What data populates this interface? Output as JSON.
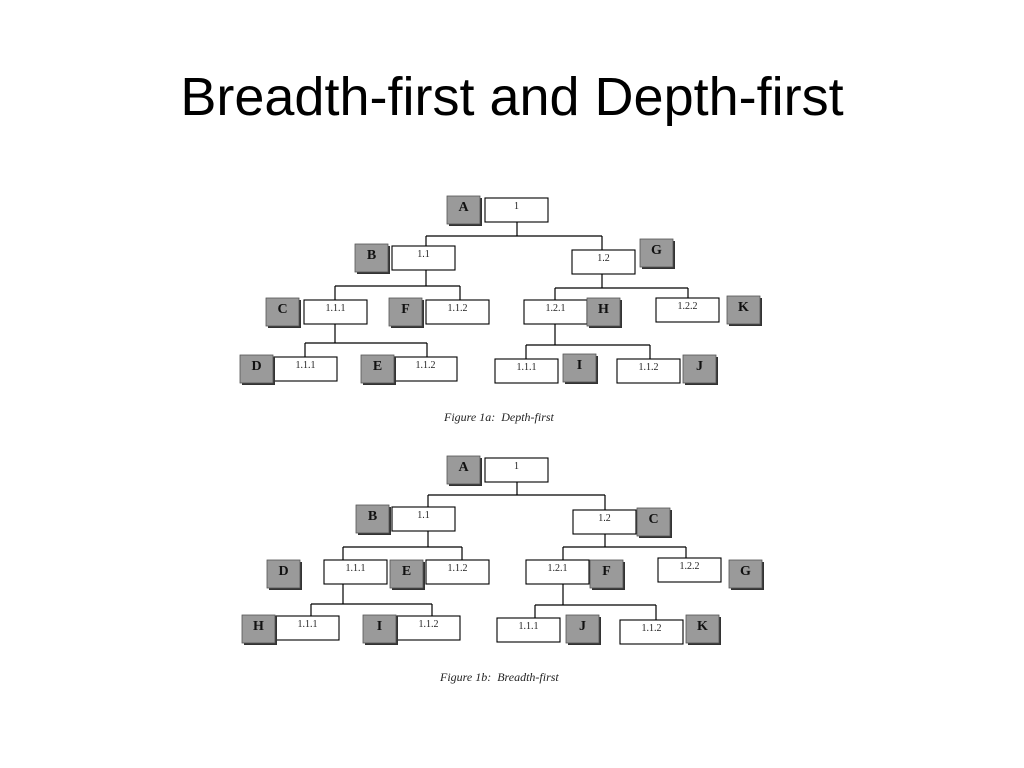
{
  "slide": {
    "title": "Breadth-first and Depth-first"
  },
  "colors": {
    "letter_fill": "#9a9a9a",
    "line": "#000000",
    "background": "#ffffff"
  },
  "figures": [
    {
      "id": "depth-first",
      "caption": "Figure 1a:  Depth-first",
      "nodes": [
        {
          "letter": "A",
          "number": "1"
        },
        {
          "letter": "B",
          "number": "1.1"
        },
        {
          "letter": "G",
          "number": "1.2"
        },
        {
          "letter": "C",
          "number": "1.1.1"
        },
        {
          "letter": "F",
          "number": "1.1.2"
        },
        {
          "letter": "H",
          "number": "1.2.1"
        },
        {
          "letter": "K",
          "number": "1.2.2"
        },
        {
          "letter": "D",
          "number": "1.1.1"
        },
        {
          "letter": "E",
          "number": "1.1.2"
        },
        {
          "letter": "I",
          "number": "1.1.1"
        },
        {
          "letter": "J",
          "number": "1.1.2"
        }
      ]
    },
    {
      "id": "breadth-first",
      "caption": "Figure 1b:  Breadth-first",
      "nodes": [
        {
          "letter": "A",
          "number": "1"
        },
        {
          "letter": "B",
          "number": "1.1"
        },
        {
          "letter": "C",
          "number": "1.2"
        },
        {
          "letter": "D",
          "number": "1.1.1"
        },
        {
          "letter": "E",
          "number": "1.1.2"
        },
        {
          "letter": "F",
          "number": "1.2.1"
        },
        {
          "letter": "G",
          "number": "1.2.2"
        },
        {
          "letter": "H",
          "number": "1.1.1"
        },
        {
          "letter": "I",
          "number": "1.1.2"
        },
        {
          "letter": "J",
          "number": "1.1.1"
        },
        {
          "letter": "K",
          "number": "1.1.2"
        }
      ]
    }
  ]
}
